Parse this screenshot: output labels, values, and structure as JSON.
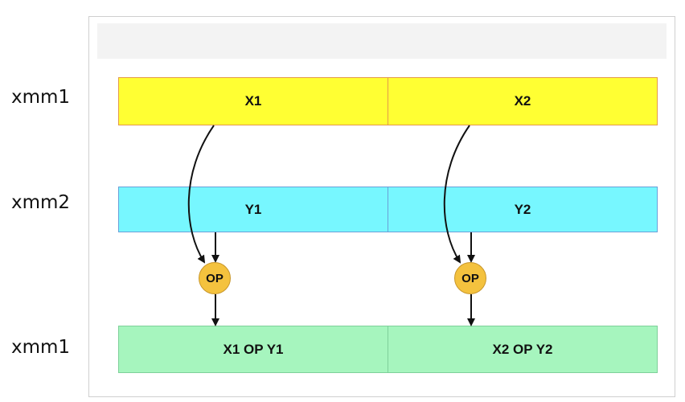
{
  "labels": {
    "row1": "xmm1",
    "row2": "xmm2",
    "row3": "xmm1"
  },
  "registers": {
    "xmm1_in": [
      "X1",
      "X2"
    ],
    "xmm2_in": [
      "Y1",
      "Y2"
    ],
    "xmm1_out": [
      "X1  OP  Y1",
      "X2  OP  Y2"
    ]
  },
  "ops": [
    "OP",
    "OP"
  ],
  "colors": {
    "xmm1_in": "#ffff33",
    "xmm2_in": "#77f7ff",
    "xmm1_out": "#a6f5be",
    "op": "#f4c23e"
  }
}
